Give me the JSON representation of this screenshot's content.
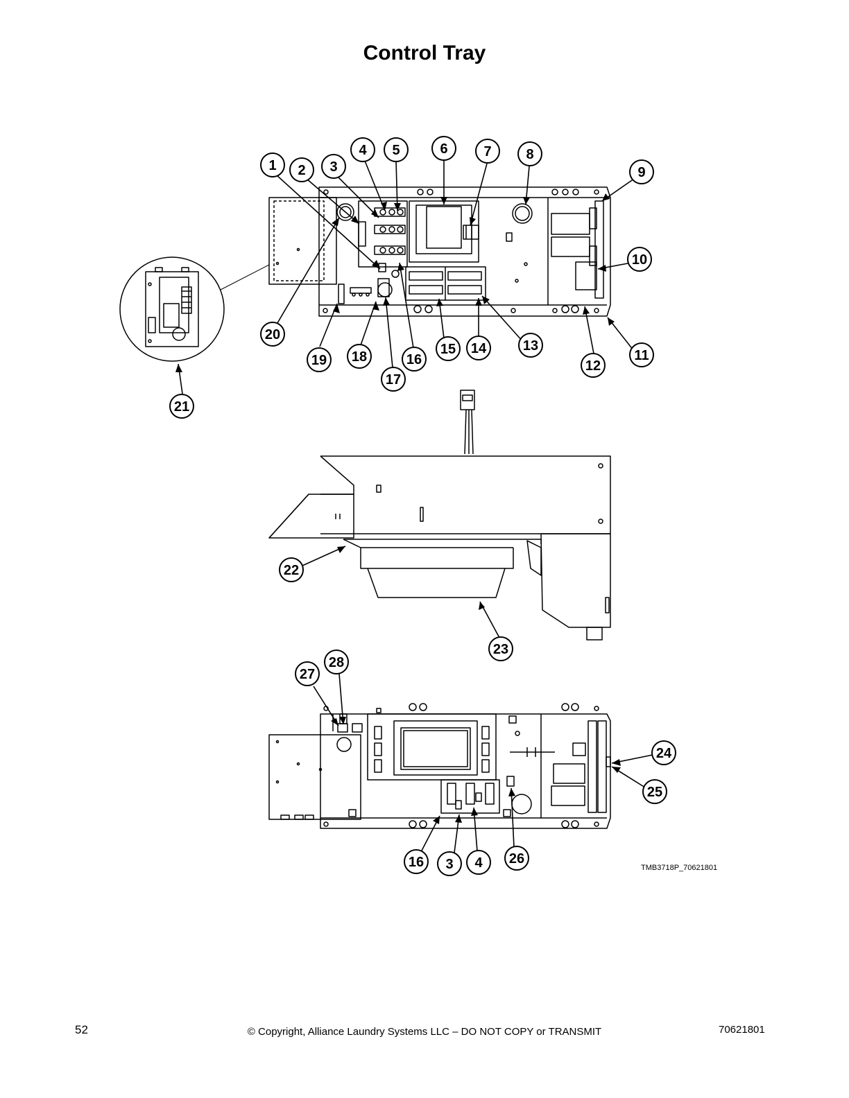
{
  "page": {
    "title": "Control Tray",
    "figure_id": "TMB3718P_70621801",
    "footer": {
      "page_number": "52",
      "copyright": "© Copyright, Alliance Laundry Systems LLC – DO NOT COPY or TRANSMIT",
      "document_number": "70621801"
    }
  },
  "callouts": {
    "c1": "1",
    "c2": "2",
    "c3": "3",
    "c4": "4",
    "c5": "5",
    "c6": "6",
    "c7": "7",
    "c8": "8",
    "c9": "9",
    "c10": "10",
    "c11": "11",
    "c12": "12",
    "c13": "13",
    "c14": "14",
    "c15": "15",
    "c16": "16",
    "c17": "17",
    "c18": "18",
    "c19": "19",
    "c20": "20",
    "c21": "21",
    "c22": "22",
    "c23": "23",
    "c24": "24",
    "c25": "25",
    "c26": "26",
    "c27": "27",
    "c28": "28",
    "b16": "16",
    "b3": "3",
    "b4": "4"
  }
}
